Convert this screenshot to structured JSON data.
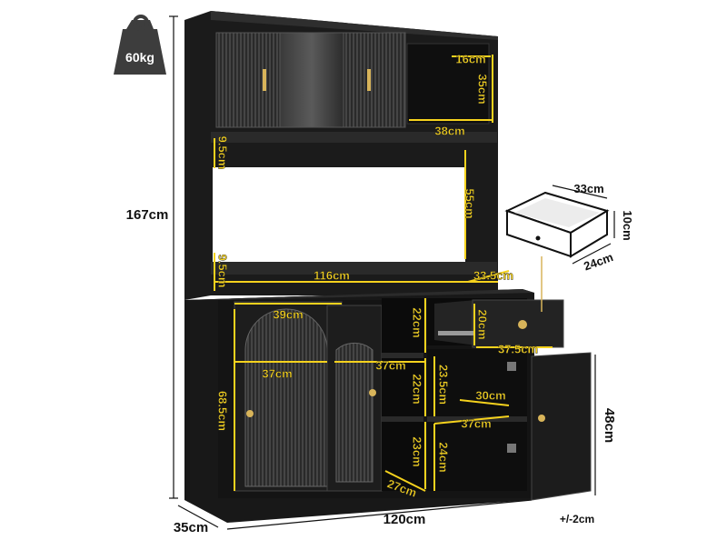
{
  "weight_badge": {
    "label": "60kg"
  },
  "totals": {
    "height": "167cm",
    "depth": "35cm",
    "width": "120cm",
    "tolerance": "+/-2cm",
    "door_height": "48cm"
  },
  "drawer_detail": {
    "depth": "33cm",
    "height": "10cm",
    "width": "24cm"
  },
  "dimensions": {
    "top_cubby_width": "16cm",
    "top_cubby_height": "35cm",
    "top_right_width": "38cm",
    "top_shelf_gap": "9.5cm",
    "open_height": "55cm",
    "counter_gap": "9.5cm",
    "counter_width": "116cm",
    "counter_depth": "33.5cm",
    "door_width": "39cm",
    "shelf_width_left": "37cm",
    "shelf_width_mid": "37cm",
    "cabinet_height": "68.5cm",
    "mid_upper": "22cm",
    "mid_middle": "22cm",
    "mid_lower": "23cm",
    "mid_depth": "27cm",
    "drawer_height": "20cm",
    "drawer_width": "37.5cm",
    "right_upper": "23.5cm",
    "right_lower": "24cm",
    "right_depth": "30cm",
    "right_width": "37cm"
  }
}
